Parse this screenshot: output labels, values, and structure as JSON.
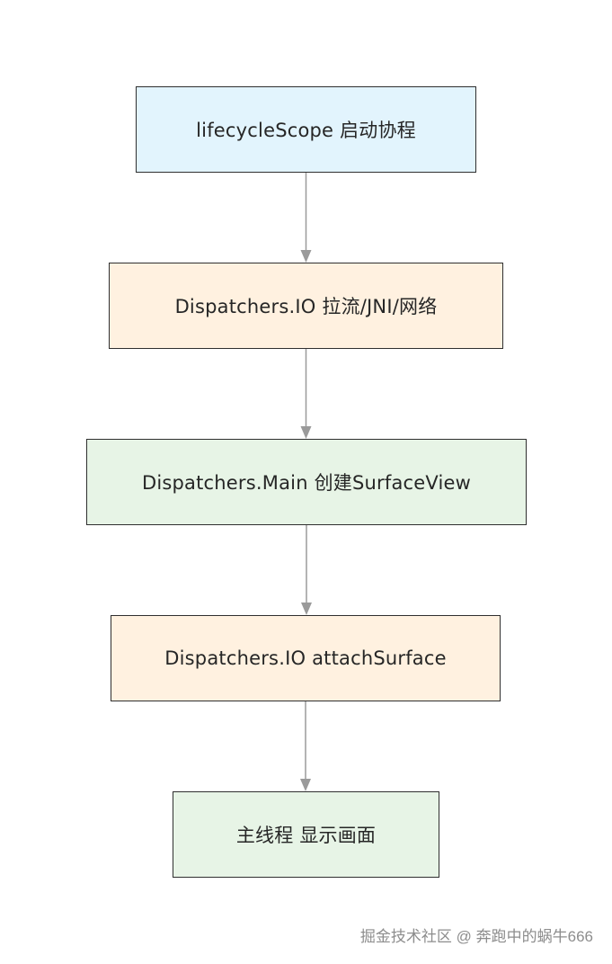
{
  "diagram": {
    "nodes": [
      {
        "id": "node-1",
        "label": "lifecycleScope 启动协程",
        "fill": "#e2f4fd",
        "role": "scope"
      },
      {
        "id": "node-2",
        "label": "Dispatchers.IO 拉流/JNI/网络",
        "fill": "#fff1e0",
        "role": "io"
      },
      {
        "id": "node-3",
        "label": "Dispatchers.Main 创建SurfaceView",
        "fill": "#e7f4e6",
        "role": "main"
      },
      {
        "id": "node-4",
        "label": "Dispatchers.IO attachSurface",
        "fill": "#fff1e0",
        "role": "io"
      },
      {
        "id": "node-5",
        "label": "主线程 显示画面",
        "fill": "#e7f4e6",
        "role": "main"
      }
    ],
    "edges": [
      {
        "from": "node-1",
        "to": "node-2"
      },
      {
        "from": "node-2",
        "to": "node-3"
      },
      {
        "from": "node-3",
        "to": "node-4"
      },
      {
        "from": "node-4",
        "to": "node-5"
      }
    ],
    "colors": {
      "edge": "#9a9a9a",
      "border": "#2f2f2f",
      "text": "#262626"
    }
  },
  "watermark": {
    "text": "掘金技术社区 @ 奔跑中的蜗牛666"
  }
}
